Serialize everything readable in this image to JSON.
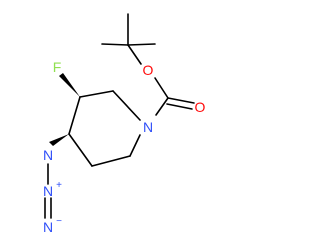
{
  "molecule": {
    "atoms": [
      {
        "id": "o-carbonyl",
        "symbol": "O",
        "color": "#ff0d0d"
      },
      {
        "id": "o-ester",
        "symbol": "O",
        "color": "#ff0d0d"
      },
      {
        "id": "n-ring",
        "symbol": "N",
        "color": "#3050f8"
      },
      {
        "id": "fluorine",
        "symbol": "F",
        "color": "#90e050"
      },
      {
        "id": "n-azide-1",
        "symbol": "N",
        "color": "#3050f8"
      },
      {
        "id": "n-azide-2",
        "symbol": "N",
        "color": "#3050f8",
        "charge": "+"
      },
      {
        "id": "n-azide-3",
        "symbol": "N",
        "color": "#3050f8",
        "charge": "−"
      }
    ],
    "bond_color": "#000000"
  }
}
